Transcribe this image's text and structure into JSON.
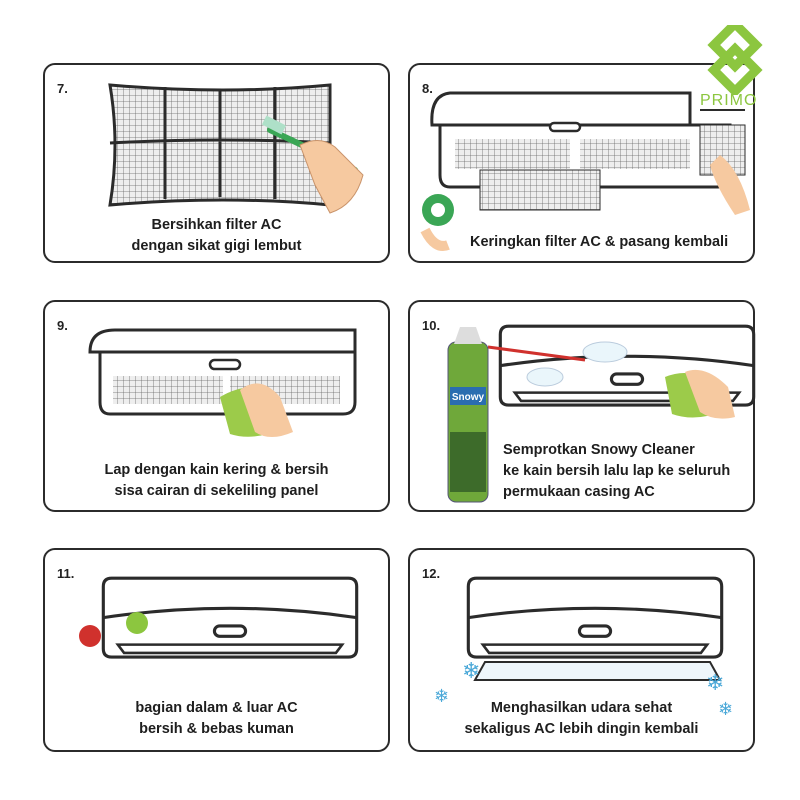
{
  "brand": {
    "name": "PRIMO",
    "color": "#8cc63f"
  },
  "steps": [
    {
      "number": "7.",
      "caption": [
        "Bersihkan filter AC",
        "dengan sikat gigi lembut"
      ]
    },
    {
      "number": "8.",
      "caption": [
        "Keringkan filter AC & pasang kembali"
      ]
    },
    {
      "number": "9.",
      "caption": [
        "Lap dengan kain kering & bersih",
        "sisa cairan di sekeliling panel"
      ]
    },
    {
      "number": "10.",
      "caption": [
        "Semprotkan Snowy Cleaner",
        "ke kain bersih lalu lap ke seluruh",
        "permukaan casing AC"
      ],
      "product": "Snowy"
    },
    {
      "number": "11.",
      "caption": [
        "bagian dalam & luar AC",
        "bersih & bebas kuman"
      ]
    },
    {
      "number": "12.",
      "caption": [
        "Menghasilkan udara sehat",
        "sekaligus AC lebih dingin kembali"
      ]
    }
  ],
  "colors": {
    "border": "#2b2b2b",
    "green": "#8cc63f",
    "skin": "#f6c9a0",
    "snow": "#4aa8d8",
    "germ": "#d0312d"
  }
}
